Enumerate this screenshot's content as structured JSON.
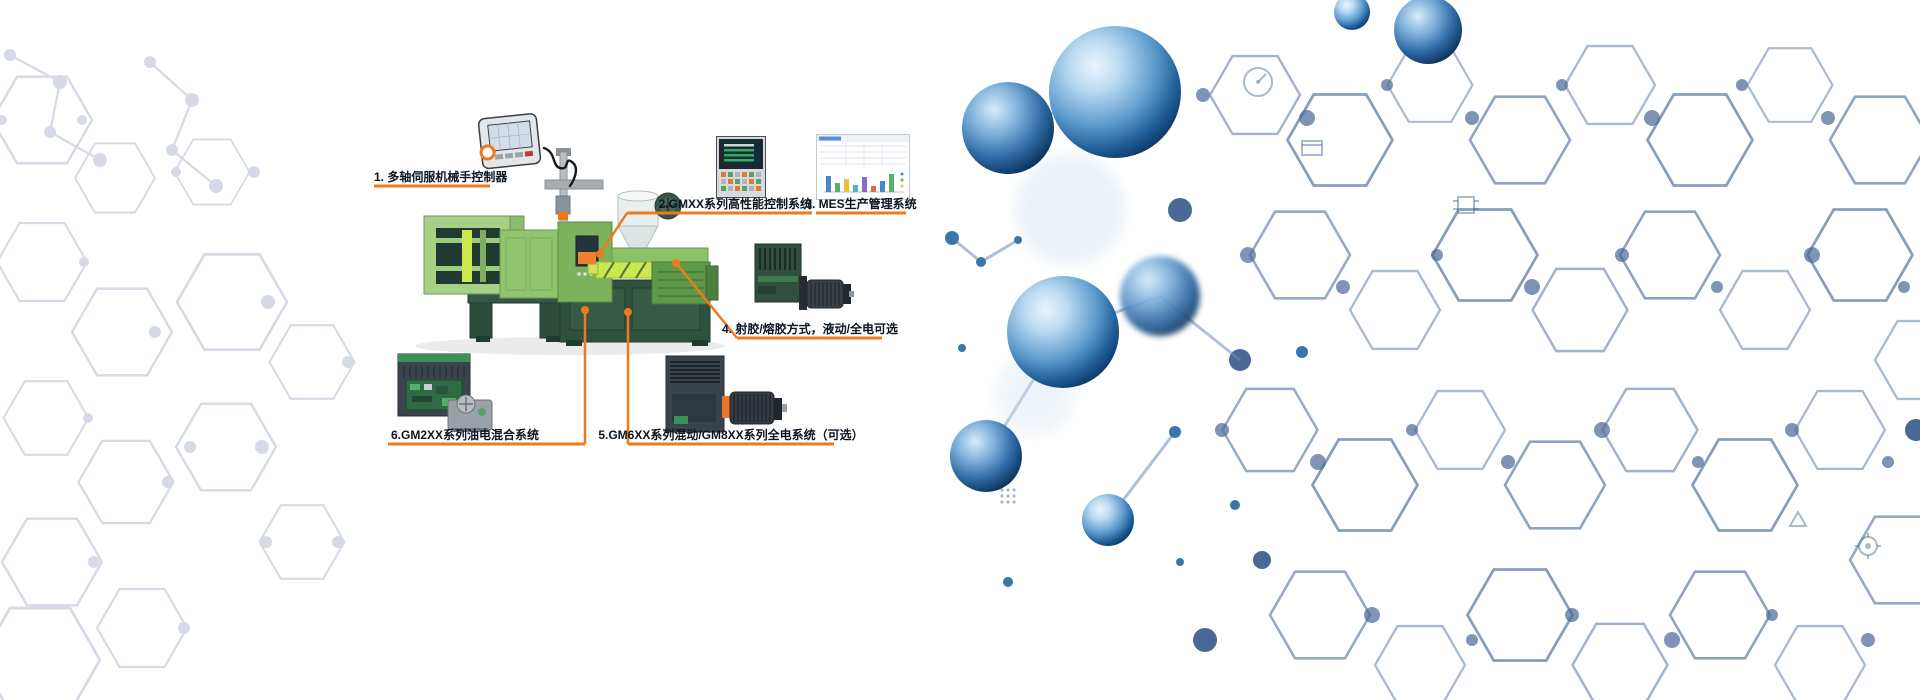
{
  "banner": {
    "callouts": [
      {
        "label": "1. 多轴伺服机械手控制器",
        "thumbnail": "teach-pendant"
      },
      {
        "label": "2.GMXX系列高性能控制系统",
        "thumbnail": "hmi-control-panel"
      },
      {
        "label": "3. MES生产管理系统",
        "thumbnail": "mes-dashboard"
      },
      {
        "label": "4. 射胶/熔胶方式，液动/全电可选",
        "thumbnail": "servo-drive-motor"
      },
      {
        "label": "5.GM6XX系列混动/GM8XX系列全电系统（可选）",
        "thumbnail": "hybrid-drive-motor"
      },
      {
        "label": "6.GM2XX系列油电混合系统",
        "thumbnail": "oil-electric-drive"
      }
    ],
    "colors": {
      "accent_orange": "#ee7a1e",
      "machine_green_light": "#a6d083",
      "machine_green_mid": "#8cc168",
      "machine_green_bright": "#c9e94f",
      "machine_base_dark": "#30503f",
      "molecule_blue": "#54739f",
      "molecule_light": "#c9cede",
      "sphere_blue_deep": "#0d3a66",
      "label_text": "#0c1522"
    }
  }
}
